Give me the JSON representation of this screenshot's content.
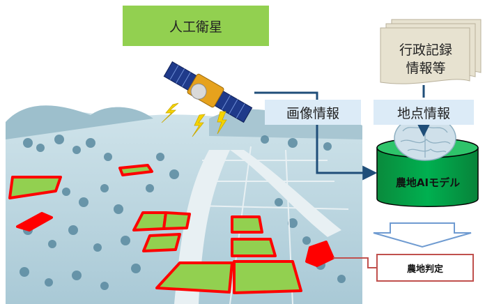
{
  "title": "人工衛星",
  "image_info": "画像情報",
  "point_info": "地点情報",
  "admin_records": [
    "行政記録",
    "情報等"
  ],
  "model": "農地AIモデル",
  "judgement": "農地判定",
  "colors": {
    "title_fill": "#92d050",
    "info_fill": "#dcebf7",
    "model_fill": "#00b050",
    "field_fill": "#92d050",
    "field_border": "#ff0000",
    "arrow": "#1f4e79",
    "judge_border": "#c0504d",
    "document": "#e7e2d0"
  },
  "icons": [
    "satellite-icon",
    "brain-icon",
    "document-stack-icon",
    "down-arrow-icon"
  ]
}
